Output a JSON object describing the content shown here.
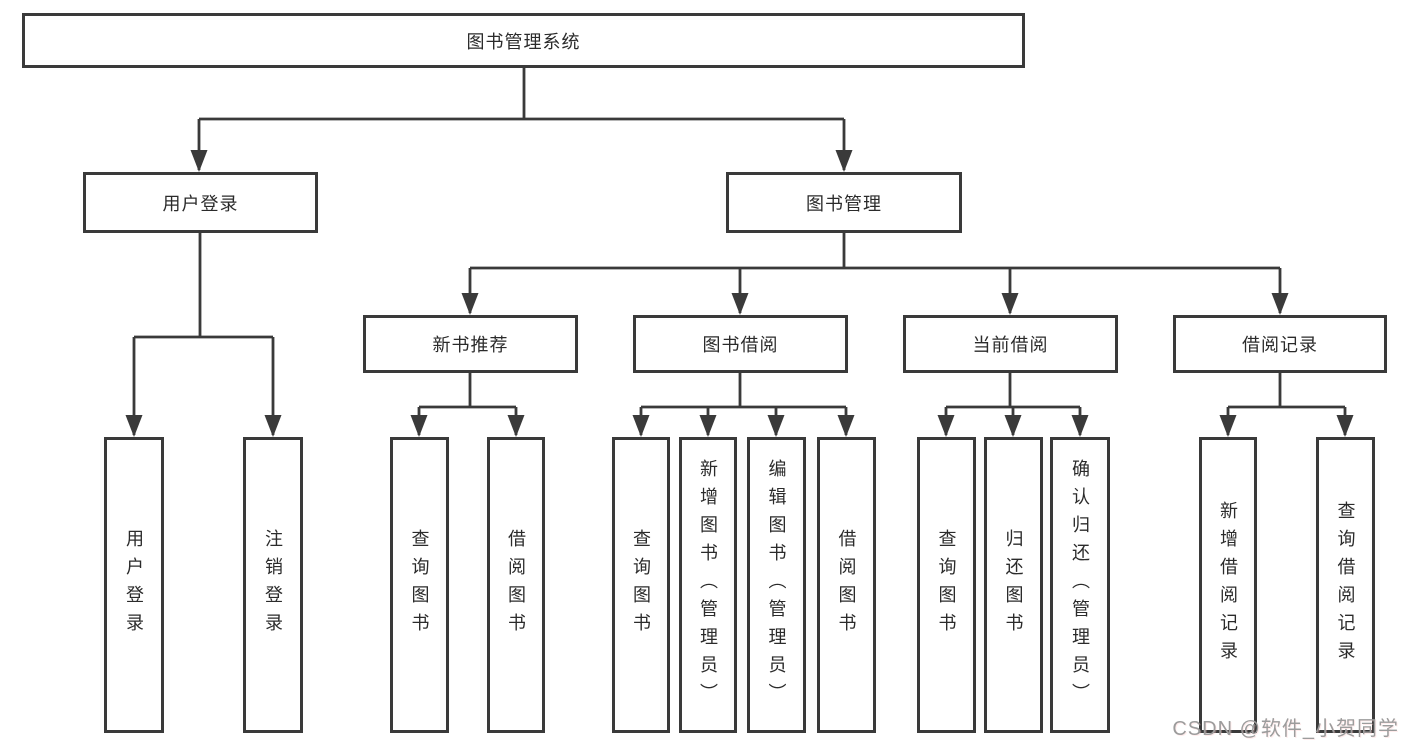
{
  "diagram": {
    "root_label": "图书管理系统",
    "level2": [
      {
        "label": "用户登录"
      },
      {
        "label": "图书管理"
      }
    ],
    "level3": [
      {
        "label": "新书推荐"
      },
      {
        "label": "图书借阅"
      },
      {
        "label": "当前借阅"
      },
      {
        "label": "借阅记录"
      }
    ],
    "leaves": {
      "login": [
        {
          "label": "用户登录"
        },
        {
          "label": "注销登录"
        }
      ],
      "recommend": [
        {
          "label": "查询图书"
        },
        {
          "label": "借阅图书"
        }
      ],
      "borrow": [
        {
          "label": "查询图书"
        },
        {
          "label": "新增图书（管理员）"
        },
        {
          "label": "编辑图书（管理员）"
        },
        {
          "label": "借阅图书"
        }
      ],
      "current": [
        {
          "label": "查询图书"
        },
        {
          "label": "归还图书"
        },
        {
          "label": "确认归还（管理员）"
        }
      ],
      "records": [
        {
          "label": "新增借阅记录"
        },
        {
          "label": "查询借阅记录"
        }
      ]
    }
  },
  "watermark": {
    "text": "CSDN @软件_小贺同学"
  },
  "colors": {
    "line": "#3a3a3a",
    "box_border": "#3a3a3a",
    "box_fill": "#ffffff",
    "text": "#2b2b2b",
    "watermark": "#9c9c9c",
    "background": "#ffffff"
  }
}
